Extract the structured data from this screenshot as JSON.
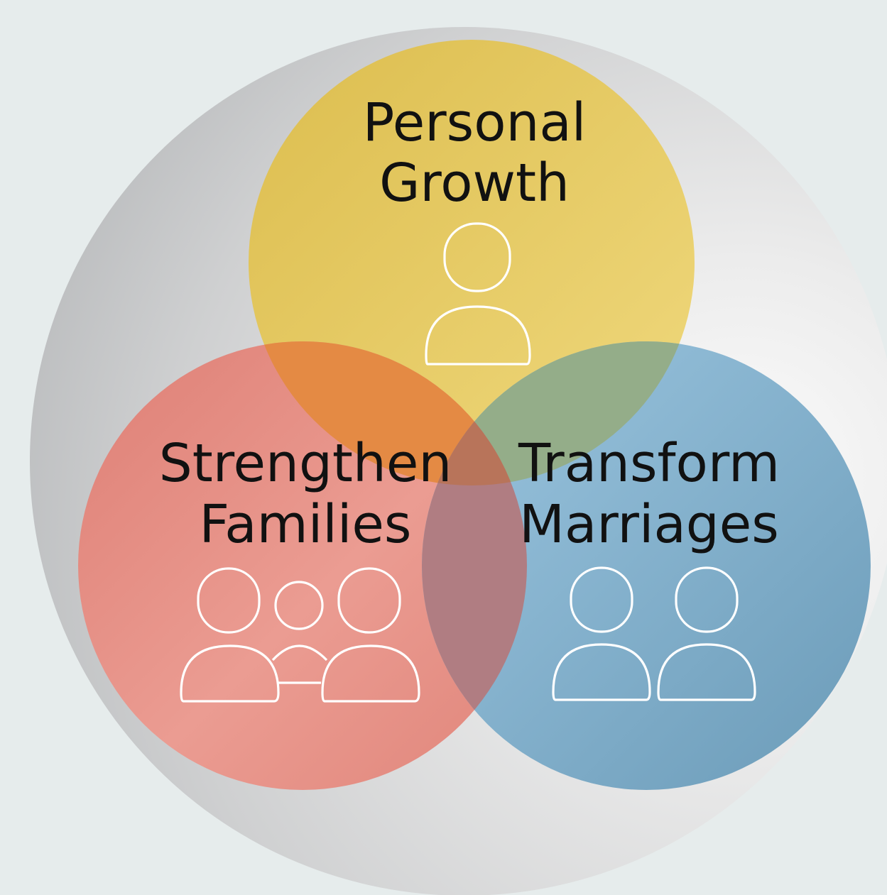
{
  "diagram": {
    "type": "venn",
    "circles": [
      {
        "id": "personal-growth",
        "line1": "Personal",
        "line2": "Growth",
        "color": "#e6c355",
        "icon": "single-person-icon"
      },
      {
        "id": "strengthen-families",
        "line1": "Strengthen",
        "line2": "Families",
        "color": "#e7857a",
        "icon": "family-icon"
      },
      {
        "id": "transform-marriages",
        "line1": "Transform",
        "line2": "Marriages",
        "color": "#84b4d2",
        "icon": "couple-icon"
      }
    ],
    "colors": {
      "background": "#e6ecec",
      "sphere": "#c8cbcd",
      "overlap_top_left": "#e38a42",
      "overlap_top_right": "#93ae8a",
      "overlap_bottom": "#b07c80"
    }
  }
}
